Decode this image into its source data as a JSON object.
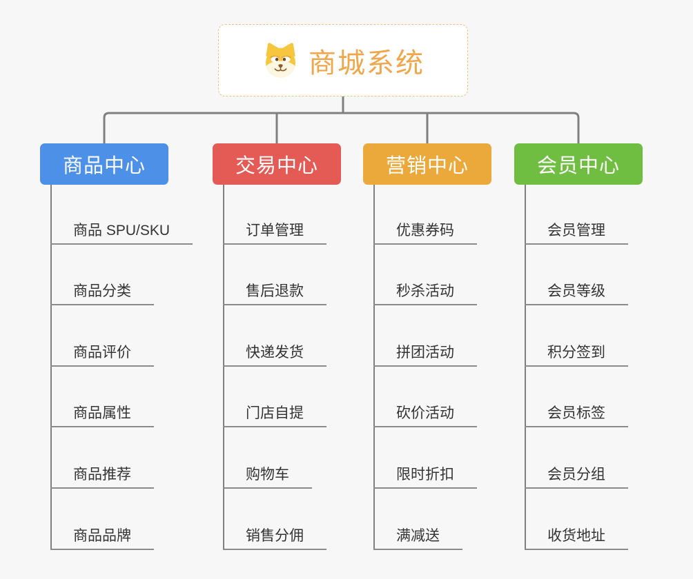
{
  "root": {
    "title": "商城系统",
    "icon": "dog-face-icon",
    "title_color": "#f0a64a",
    "border_color": "#f2c078"
  },
  "connector_color": "#7f7f7f",
  "underline_color": "#8a8a8a",
  "background_color": "#f7f7f7",
  "branches": [
    {
      "name": "product-center",
      "label": "商品中心",
      "color": "#4c90e8",
      "children": [
        "商品 SPU/SKU",
        "商品分类",
        "商品评价",
        "商品属性",
        "商品推荐",
        "商品品牌"
      ]
    },
    {
      "name": "trade-center",
      "label": "交易中心",
      "color": "#e45b56",
      "children": [
        "订单管理",
        "售后退款",
        "快递发货",
        "门店自提",
        "购物车",
        "销售分佣"
      ]
    },
    {
      "name": "marketing-center",
      "label": "营销中心",
      "color": "#eba93c",
      "children": [
        "优惠券码",
        "秒杀活动",
        "拼团活动",
        "砍价活动",
        "限时折扣",
        "满减送"
      ]
    },
    {
      "name": "member-center",
      "label": "会员中心",
      "color": "#70be41",
      "children": [
        "会员管理",
        "会员等级",
        "积分签到",
        "会员标签",
        "会员分组",
        "收货地址"
      ]
    }
  ]
}
